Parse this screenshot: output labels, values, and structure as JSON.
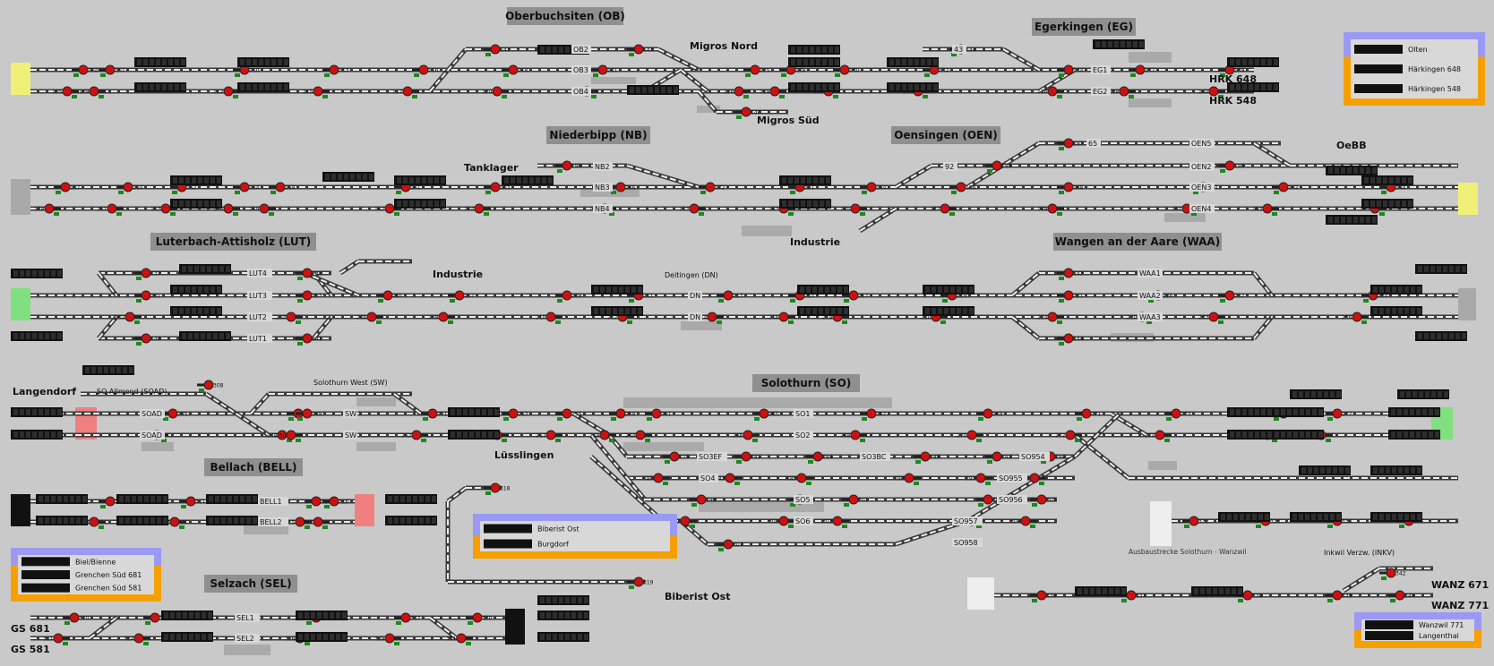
{
  "colors": {
    "background": "#c9c9c9",
    "track_light": "#eeeeee",
    "track_dark": "#3a3a3a",
    "signal_red": "#d01010",
    "signal_green": "#1a8a1a",
    "box_gray": "#999999",
    "orange": "#f5a000",
    "lavender": "#9a9af5",
    "yellow_end": "#f0f078",
    "green_end": "#80e080",
    "red_end": "#f08080"
  },
  "station_titles": [
    "Oberbuchsiten (OB)",
    "Egerkingen (EG)",
    "Niederbipp (NB)",
    "Oensingen (OEN)",
    "Luterbach-Attisholz (LUT)",
    "Wangen an der Aare (WAA)",
    "Solothurn (SO)",
    "Bellach (BELL)",
    "Selzach (SEL)"
  ],
  "place_labels": [
    "Migros Nord",
    "Migros Süd",
    "HRK 648",
    "HRK 548",
    "Tanklager",
    "OeBB",
    "Industrie",
    "Industrie",
    "Langendorf",
    "Lüsslingen",
    "Biberist Ost",
    "GS 681",
    "GS 581",
    "WANZ 671",
    "WANZ 771"
  ],
  "small_labels": [
    "Deitingen (DN)",
    "SO Allmend (SOAD)",
    "Solothurn West (SW)",
    "Ausbaustrecke Solothurn - Wanzwil",
    "Inkwil Verzw. (INKV)"
  ],
  "track_labels": [
    "OB2",
    "OB3",
    "OB4",
    "EG1",
    "EG2",
    "NB2",
    "NB3",
    "NB4",
    "OEN5",
    "OEN2",
    "OEN3",
    "OEN4",
    "LUT4",
    "LUT3",
    "LUT2",
    "LUT1",
    "DN",
    "DN",
    "WAA1",
    "WAA2",
    "WAA3",
    "SOAD",
    "SOAD",
    "SW",
    "SW",
    "SO1",
    "SO2",
    "SO3EF",
    "SO3BC",
    "SO4",
    "SO5",
    "SO6",
    "SO954",
    "SO955",
    "SO956",
    "SO957",
    "SO958",
    "BELL1",
    "BELL2",
    "SEL1",
    "SEL2",
    "92",
    "43",
    "65"
  ],
  "nav_boxes": [
    {
      "name": "olten-box",
      "entries": [
        "Olten",
        "Härkingen 648",
        "Härkingen 548"
      ]
    },
    {
      "name": "biel-box",
      "entries": [
        "Biel/Bienne",
        "Grenchen Süd 681",
        "Grenchen Süd 581"
      ]
    },
    {
      "name": "biberist-box",
      "entries": [
        "Biberist Ost",
        "Burgdorf"
      ]
    },
    {
      "name": "wanzwil-box",
      "entries": [
        "Wanzwil 771",
        "Langenthal"
      ]
    }
  ],
  "signal_numbers": [
    "104",
    "105",
    "107",
    "109",
    "110",
    "112",
    "113",
    "115",
    "116",
    "117",
    "118",
    "120",
    "121",
    "124",
    "125",
    "126",
    "128",
    "129",
    "130",
    "131",
    "132",
    "133",
    "134",
    "136",
    "137",
    "138",
    "139",
    "140",
    "141",
    "143",
    "144",
    "146",
    "147",
    "148",
    "150",
    "151",
    "152",
    "153",
    "154",
    "156",
    "158",
    "159",
    "161",
    "162",
    "163",
    "164",
    "166",
    "171",
    "172",
    "173",
    "181",
    "183",
    "184",
    "185",
    "186",
    "187",
    "188",
    "189",
    "190",
    "191",
    "192",
    "193",
    "194",
    "195",
    "196",
    "197",
    "198",
    "199",
    "201",
    "202",
    "203",
    "204",
    "205",
    "206",
    "207",
    "208",
    "209",
    "210",
    "211",
    "212",
    "213",
    "214",
    "215",
    "216",
    "217",
    "218",
    "219",
    "220",
    "221",
    "224",
    "226",
    "230",
    "232",
    "233",
    "234",
    "236",
    "237",
    "238",
    "240",
    "241",
    "242",
    "244",
    "245",
    "246",
    "247",
    "248",
    "249",
    "250",
    "251",
    "252",
    "253",
    "254",
    "255",
    "257",
    "258",
    "259",
    "261",
    "264",
    "265",
    "266",
    "267",
    "268",
    "269",
    "270",
    "271",
    "272",
    "273",
    "274",
    "275",
    "276",
    "277",
    "278",
    "279",
    "280",
    "281",
    "283",
    "284",
    "285",
    "288",
    "290",
    "292",
    "293",
    "294",
    "295",
    "296",
    "297",
    "298",
    "300",
    "301",
    "302",
    "303",
    "304",
    "305",
    "306",
    "307",
    "308",
    "309",
    "310",
    "311",
    "313",
    "314",
    "315",
    "316",
    "317",
    "318",
    "319",
    "320",
    "321",
    "322",
    "324",
    "325",
    "326",
    "327",
    "328",
    "330",
    "331",
    "332",
    "333",
    "334",
    "335",
    "336",
    "337",
    "338",
    "339",
    "340",
    "342",
    "343",
    "344",
    "345",
    "346",
    "347",
    "350",
    "351",
    "352",
    "353",
    "354",
    "356",
    "357",
    "358",
    "359",
    "360",
    "361",
    "362",
    "363",
    "364",
    "366",
    "367",
    "368",
    "370",
    "371",
    "372",
    "373",
    "374",
    "375",
    "376",
    "377",
    "378",
    "379",
    "380",
    "381",
    "384",
    "385",
    "386",
    "387",
    "388",
    "389",
    "390",
    "391",
    "392",
    "393",
    "394",
    "395",
    "397",
    "398",
    "400",
    "403",
    "404",
    "405",
    "406",
    "407",
    "408"
  ]
}
